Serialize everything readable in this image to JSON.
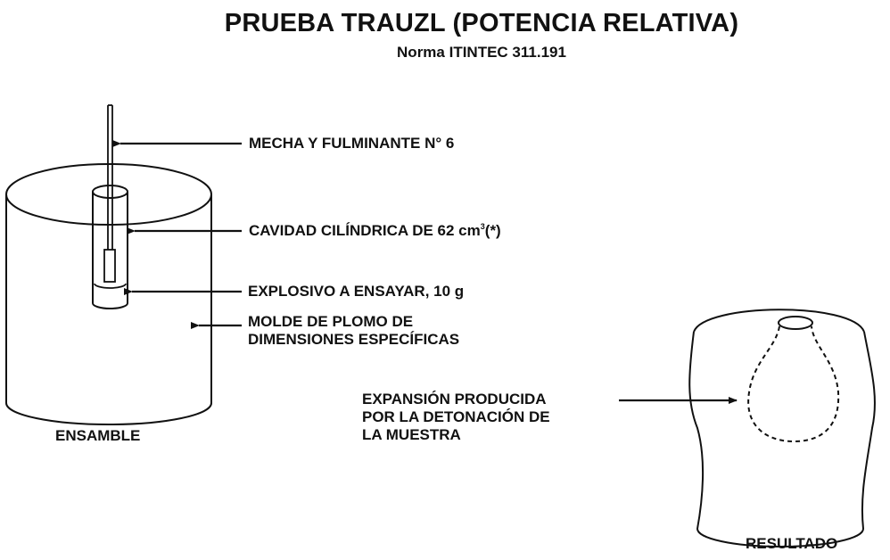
{
  "header": {
    "title": "PRUEBA TRAUZL (POTENCIA RELATIVA)",
    "subtitle": "Norma ITINTEC 311.191"
  },
  "labels": {
    "mecha": "MECHA Y FULMINANTE N° 6",
    "cavidad": "CAVIDAD CILÍNDRICA DE 62 cm",
    "cavidad_sup": "3",
    "cavidad_note": "(*)",
    "explosivo": "EXPLOSIVO A ENSAYAR, 10 g",
    "molde_line1": "MOLDE DE PLOMO DE",
    "molde_line2": "DIMENSIONES ESPECÍFICAS",
    "expansion_line1": "EXPANSIÓN PRODUCIDA",
    "expansion_line2": "POR LA DETONACIÓN DE",
    "expansion_line3": "LA MUESTRA",
    "ensamble": "ENSAMBLE",
    "resultado": "RESULTADO"
  }
}
